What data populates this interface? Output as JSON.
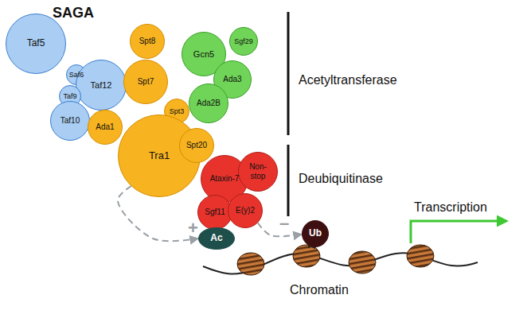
{
  "diagram": {
    "title": "SAGA",
    "nodes": [
      {
        "text": [
          "Taf5"
        ]
      },
      {
        "text": [
          "Saf6"
        ]
      },
      {
        "text": [
          "Taf12"
        ]
      },
      {
        "text": [
          "Taf9"
        ]
      },
      {
        "text": [
          "Taf10"
        ]
      },
      {
        "text": [
          "Ada1"
        ]
      },
      {
        "text": [
          "Spt8"
        ]
      },
      {
        "text": [
          "Spt7"
        ]
      },
      {
        "text": [
          "Spt3"
        ]
      },
      {
        "text": [
          "Tra1"
        ]
      },
      {
        "text": [
          "Spt20"
        ]
      },
      {
        "text": [
          "Gcn5"
        ]
      },
      {
        "text": [
          "Ada3"
        ]
      },
      {
        "text": [
          "Sgf29"
        ]
      },
      {
        "text": [
          "Ada2B"
        ]
      },
      {
        "text": [
          "Ataxin-7"
        ]
      },
      {
        "text": [
          "Non-stop"
        ]
      },
      {
        "text": [
          "Sgf11"
        ]
      },
      {
        "text": [
          "E(y)2"
        ]
      },
      {
        "text": [
          "Ac"
        ]
      },
      {
        "text": [
          "Ub"
        ]
      }
    ],
    "edges": [
      {
        "from": 9,
        "to": 19,
        "arrow": "to"
      },
      {
        "from": 18,
        "to": 20,
        "arrow": "to"
      }
    ],
    "labels": [
      "Acetyltransferase",
      "Deubiquitinase",
      "+",
      "–",
      "Transcription",
      "Chromatin"
    ]
  }
}
